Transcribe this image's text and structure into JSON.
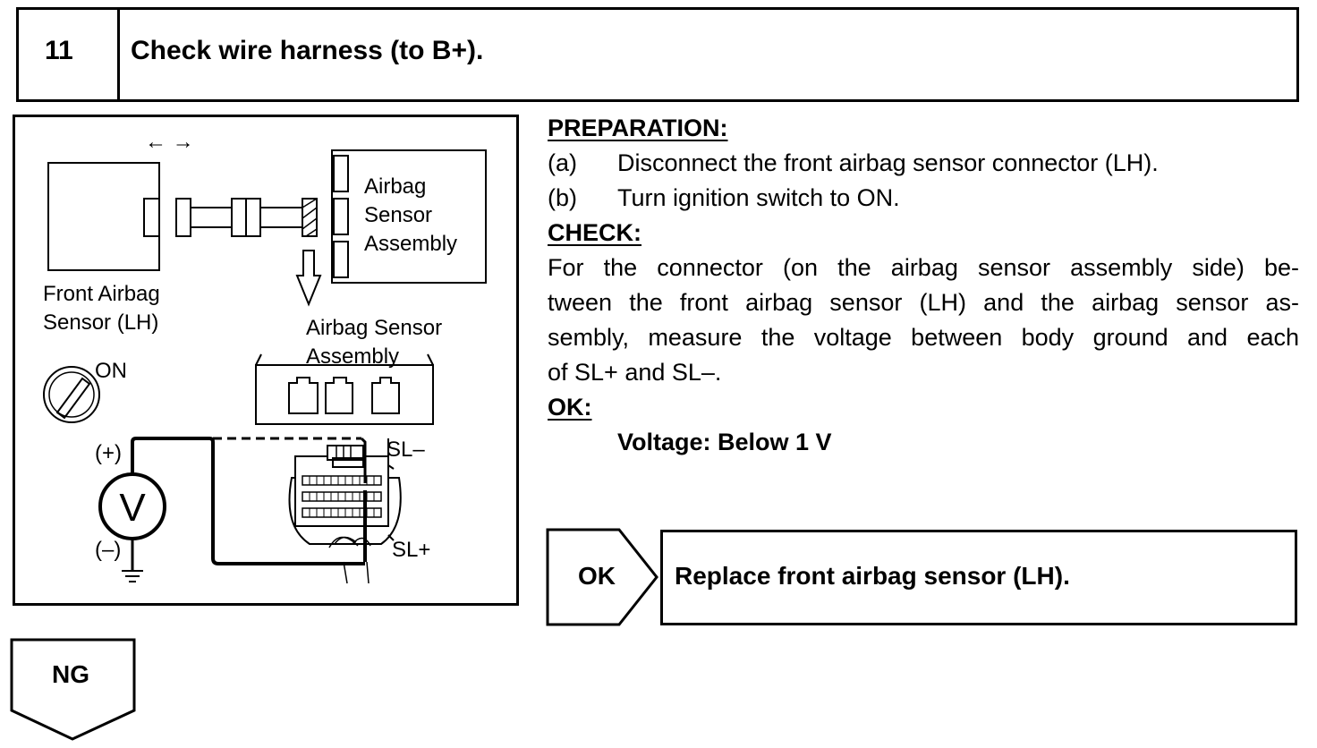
{
  "header": {
    "step_number": "11",
    "title": "Check wire harness (to B+)."
  },
  "diagram": {
    "airbag_sensor_label_lines": [
      "Airbag",
      "Sensor",
      "Assembly"
    ],
    "front_sensor_label_lines": [
      "Front Airbag",
      "Sensor (LH)"
    ],
    "connector_label_lines": [
      "Airbag Sensor",
      "Assembly"
    ],
    "ignition_on_label": "ON",
    "meter_symbol": "V",
    "plus_label": "(+)",
    "minus_label": "(–)",
    "sl_minus_label": "SL–",
    "sl_plus_label": "SL+",
    "arrows_label": "← →"
  },
  "instructions": {
    "preparation_heading": "PREPARATION:",
    "steps": [
      {
        "marker": "(a)",
        "text": "Disconnect the front airbag sensor connector (LH)."
      },
      {
        "marker": "(b)",
        "text": "Turn ignition switch to ON."
      }
    ],
    "check_heading": "CHECK:",
    "check_lines": [
      "For the connector (on the airbag sensor assembly side) be-",
      "tween the front airbag sensor (LH) and the airbag sensor as-",
      "sembly, measure the voltage between body ground and each",
      "of SL+ and SL–."
    ],
    "ok_heading": "OK:",
    "ok_value": "Voltage: Below 1 V"
  },
  "result_ok": {
    "tag": "OK",
    "action": "Replace front airbag sensor (LH)."
  },
  "result_ng": {
    "tag": "NG"
  }
}
